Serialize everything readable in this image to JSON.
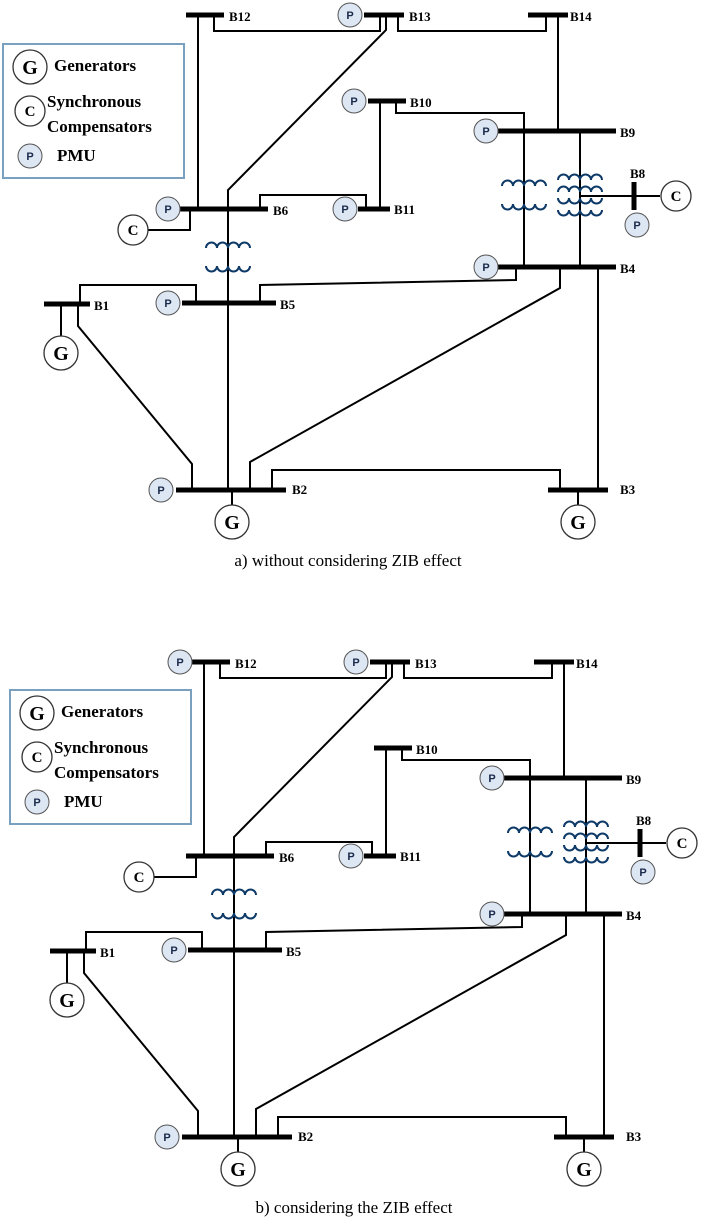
{
  "panels": [
    {
      "id": "a",
      "caption": "a) without considering ZIB effect",
      "legend": {
        "generators_symbol": "G",
        "generators_label": "Generators",
        "compensators_symbol": "C",
        "compensators_label_line1": "Synchronous",
        "compensators_label_line2": "Compensators",
        "pmu_symbol": "P",
        "pmu_label": "PMU"
      },
      "buses": [
        "B1",
        "B2",
        "B3",
        "B4",
        "B5",
        "B6",
        "B8",
        "B9",
        "B10",
        "B11",
        "B12",
        "B13",
        "B14"
      ],
      "pmu_buses": [
        "B13",
        "B10",
        "B9",
        "B8",
        "B6",
        "B11",
        "B4",
        "B5",
        "B2"
      ]
    },
    {
      "id": "b",
      "caption": "b) considering the ZIB effect",
      "legend": {
        "generators_symbol": "G",
        "generators_label": "Generators",
        "compensators_symbol": "C",
        "compensators_label_line1": "Synchronous",
        "compensators_label_line2": "Compensators",
        "pmu_symbol": "P",
        "pmu_label": "PMU"
      },
      "buses": [
        "B1",
        "B2",
        "B3",
        "B4",
        "B5",
        "B6",
        "B8",
        "B9",
        "B10",
        "B11",
        "B12",
        "B13",
        "B14"
      ],
      "pmu_buses": [
        "B12",
        "B13",
        "B9",
        "B8",
        "B11",
        "B4",
        "B5",
        "B2"
      ]
    }
  ],
  "symbols": {
    "generator": "G",
    "compensator": "C",
    "pmu": "P"
  },
  "colors": {
    "pmu_fill": "#dde6f3",
    "legend_border": "#7aa0bf",
    "transformer": "#0e3a68"
  }
}
